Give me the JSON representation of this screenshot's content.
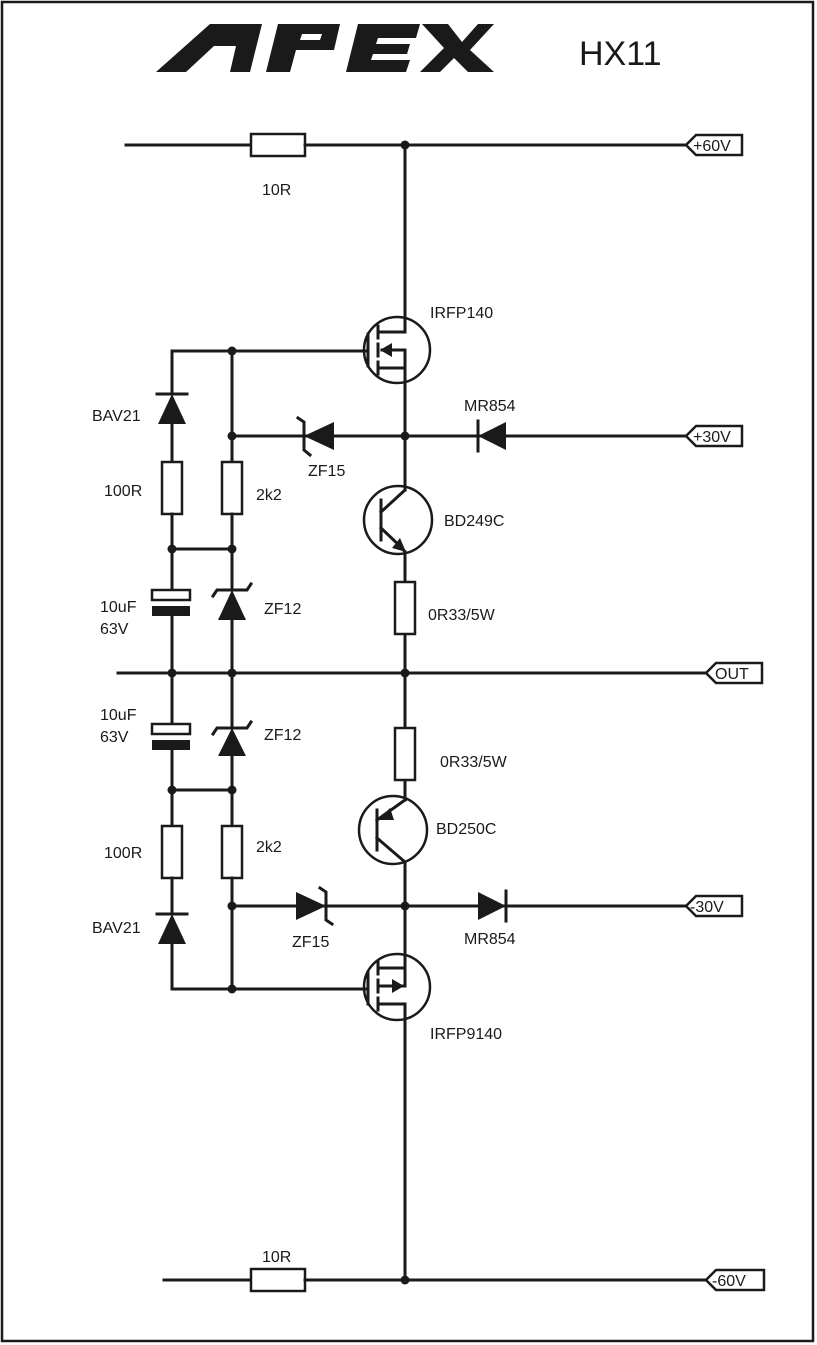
{
  "header": {
    "brand_logo_text": "APEX",
    "model": "HX11"
  },
  "ports": {
    "p60": "+60V",
    "p30": "+30V",
    "out": "OUT",
    "n30": "-30V",
    "n60": "-60V"
  },
  "components": {
    "r_top": "10R",
    "r_bottom": "10R",
    "q_nmos": "IRFP140",
    "q_pmos": "IRFP9140",
    "q_npn": "BD249C",
    "q_pnp": "BD250C",
    "d_mr854_top": "MR854",
    "d_mr854_bottom": "MR854",
    "z_zf15_top": "ZF15",
    "z_zf15_bottom": "ZF15",
    "z_zf12_top": "ZF12",
    "z_zf12_bottom": "ZF12",
    "r_emitter_top": "0R33/5W",
    "r_emitter_bottom": "0R33/5W",
    "d_bav21_top": "BAV21",
    "d_bav21_bottom": "BAV21",
    "r_100r_top": "100R",
    "r_100r_bottom": "100R",
    "r_2k2_top": "2k2",
    "r_2k2_bottom": "2k2",
    "c_top_value": "10uF",
    "c_top_voltage": "63V",
    "c_bottom_value": "10uF",
    "c_bottom_voltage": "63V"
  }
}
